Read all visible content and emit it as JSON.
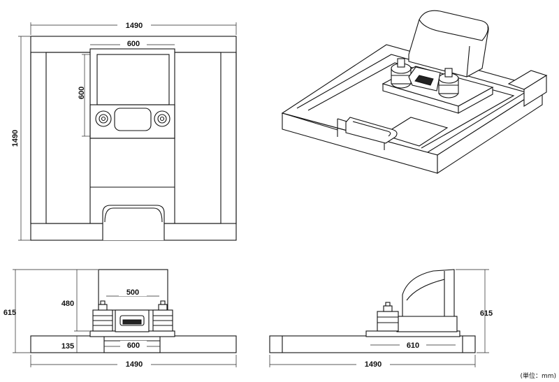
{
  "plan_view": {
    "width_label": "1490",
    "depth_label": "1490",
    "niche_width_label": "600",
    "niche_height_label": "600"
  },
  "front_view": {
    "total_height_label": "615",
    "stone_height_label": "480",
    "niche_width_label": "500",
    "base_height_label": "135",
    "step_width_label": "600",
    "width_label": "1490"
  },
  "side_view": {
    "height_label": "615",
    "depth_label": "610",
    "width_label": "1490"
  },
  "unit_note": "(単位：mm)"
}
